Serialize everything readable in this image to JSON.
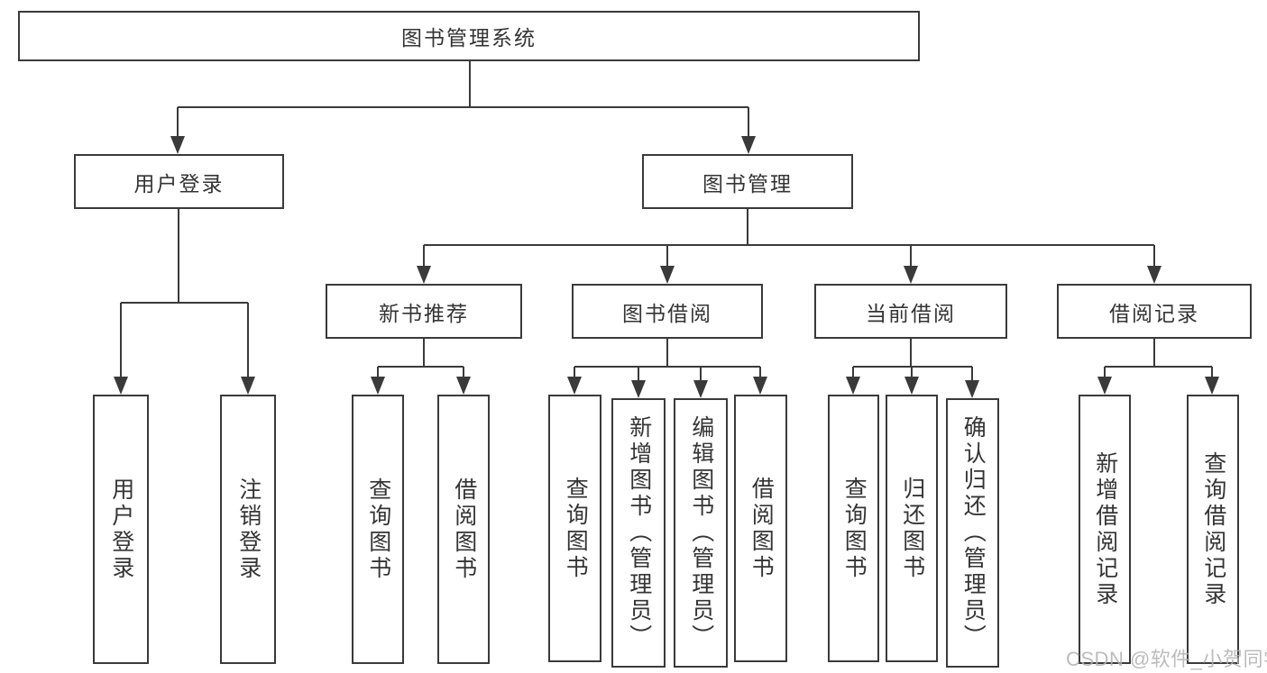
{
  "diagram": {
    "root": {
      "label": "图书管理系统"
    },
    "level2": [
      {
        "label": "用户登录"
      },
      {
        "label": "图书管理"
      }
    ],
    "level3": [
      {
        "label": "新书推荐",
        "parent": "图书管理"
      },
      {
        "label": "图书借阅",
        "parent": "图书管理"
      },
      {
        "label": "当前借阅",
        "parent": "图书管理"
      },
      {
        "label": "借阅记录",
        "parent": "图书管理"
      }
    ],
    "leaves": [
      {
        "label": "用户登录",
        "parent": "用户登录"
      },
      {
        "label": "注销登录",
        "parent": "用户登录"
      },
      {
        "label": "查询图书",
        "parent": "新书推荐"
      },
      {
        "label": "借阅图书",
        "parent": "新书推荐"
      },
      {
        "label": "查询图书",
        "parent": "图书借阅"
      },
      {
        "label": "新增图书（管理员）",
        "parent": "图书借阅"
      },
      {
        "label": "编辑图书（管理员）",
        "parent": "图书借阅"
      },
      {
        "label": "借阅图书",
        "parent": "图书借阅"
      },
      {
        "label": "查询图书",
        "parent": "当前借阅"
      },
      {
        "label": "归还图书",
        "parent": "当前借阅"
      },
      {
        "label": "确认归还（管理员）",
        "parent": "当前借阅"
      },
      {
        "label": "新增借阅记录",
        "parent": "借阅记录"
      },
      {
        "label": "查询借阅记录",
        "parent": "借阅记录"
      }
    ],
    "watermark": "CSDN @软件_小贺同学",
    "colors": {
      "line": "#3a3a3a",
      "text": "#343434",
      "background": "#ffffff",
      "watermark": "#b1b1b1"
    }
  }
}
